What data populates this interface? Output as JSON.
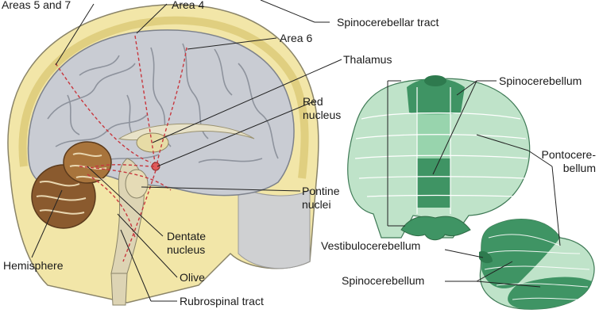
{
  "labels": {
    "areas_5_7": "Areas 5 and 7",
    "area_4": "Area 4",
    "spinocerebellar_tract": "Spinocerebellar tract",
    "area_6": "Area 6",
    "thalamus": "Thalamus",
    "red_nucleus_1": "Red",
    "red_nucleus_2": "nucleus",
    "pontine_nuclei_1": "Pontine",
    "pontine_nuclei_2": "nuclei",
    "dentate_nucleus_1": "Dentate",
    "dentate_nucleus_2": "nucleus",
    "hemisphere": "Hemisphere",
    "olive": "Olive",
    "rubrospinal_tract": "Rubrospinal tract",
    "spinocerebellum_top": "Spinocerebellum",
    "pontocerebellum_1": "Pontocere-",
    "pontocerebellum_2": "bellum",
    "vestibulocerebellum": "Vestibulocerebellum",
    "spinocerebellum_bottom": "Spinocerebellum"
  },
  "colors": {
    "skull": "#f2e6a8",
    "skull_outline": "#8a8468",
    "brain": "#c9ccd3",
    "brain_gyri": "#8e939d",
    "cerebellum": "#8a5a2e",
    "tract": "#c8373e",
    "dark_green": "#3f9464",
    "mid_green": "#6bba8a",
    "light_green": "#bfe3c9",
    "leader": "#222222"
  }
}
